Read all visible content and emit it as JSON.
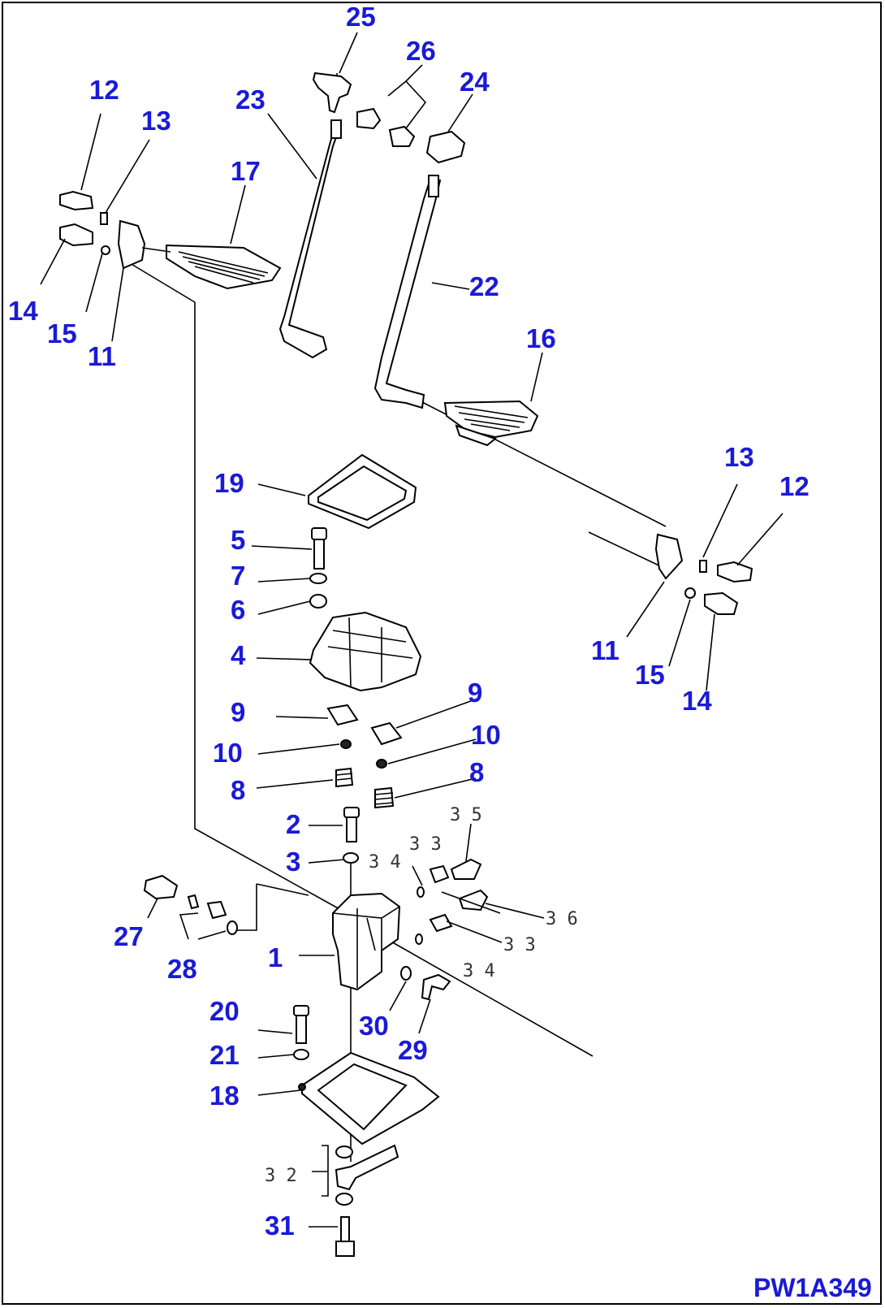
{
  "colors": {
    "label": "#1a1ad6",
    "line": "#000000",
    "background": "#ffffff"
  },
  "drawing_code": "PW1A349",
  "labels": {
    "n1": "1",
    "n2": "2",
    "n3": "3",
    "n4": "4",
    "n5": "5",
    "n6": "6",
    "n7": "7",
    "n8a": "8",
    "n8b": "8",
    "n9a": "9",
    "n9b": "9",
    "n10a": "10",
    "n10b": "10",
    "n11a": "11",
    "n11b": "11",
    "n12a": "12",
    "n12b": "12",
    "n13a": "13",
    "n13b": "13",
    "n14a": "14",
    "n14b": "14",
    "n15a": "15",
    "n15b": "15",
    "n16": "16",
    "n17": "17",
    "n18": "18",
    "n19": "19",
    "n20": "20",
    "n21": "21",
    "n22": "22",
    "n23": "23",
    "n24": "24",
    "n25": "25",
    "n26": "26",
    "n27": "27",
    "n28": "28",
    "n29": "29",
    "n30": "30",
    "n31": "31"
  },
  "gray_labels": {
    "g32": "3 2",
    "g33a": "3 3",
    "g33b": "3 3",
    "g34a": "3 4",
    "g34b": "3 4",
    "g35": "3 5",
    "g36": "3 6"
  }
}
